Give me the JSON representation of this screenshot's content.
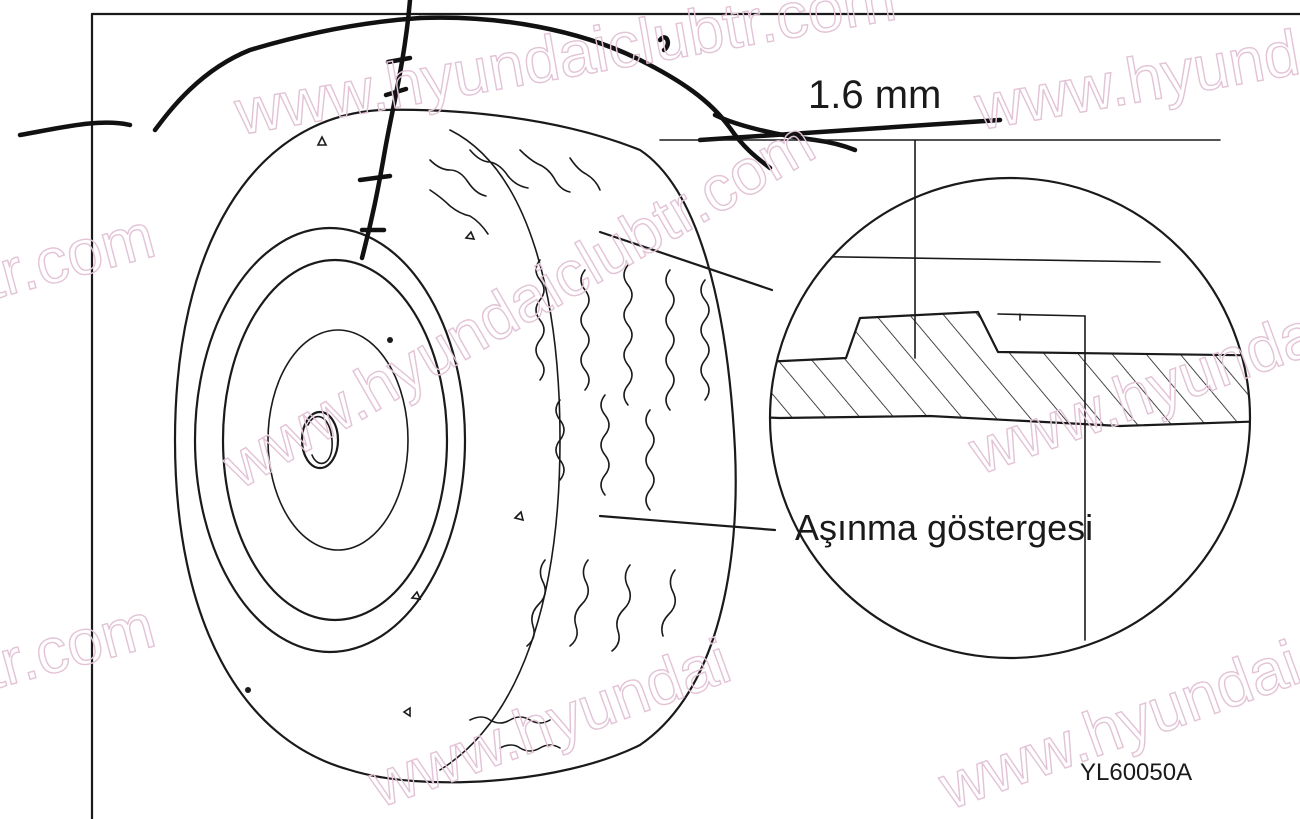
{
  "diagram": {
    "dimension_label": "1.6 mm",
    "indicator_label": "Aşınma göstergesi",
    "figure_code": "YL60050A"
  },
  "watermark": {
    "text_a": "www.hyundaiclubtr.com",
    "text_b": "www.hyundai",
    "text_c": "tr.com"
  },
  "colors": {
    "ink": "#1a1a1a",
    "watermark": "#e3c3d6",
    "background": "#ffffff"
  }
}
